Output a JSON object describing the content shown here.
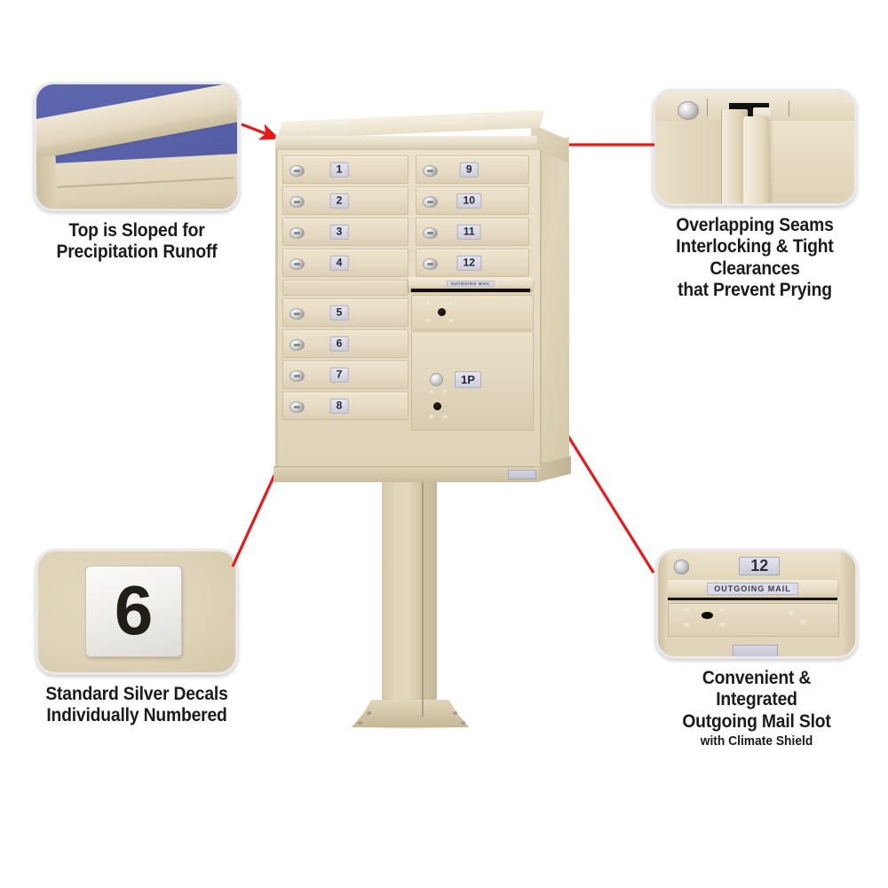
{
  "page": {
    "title": "Cluster Box Unit Mailbox Feature Callouts",
    "background_color": "#ffffff",
    "arrow_color": "#e8191b",
    "cabinet_color": "#e6dcc5",
    "accent_blue": "#5a62ab"
  },
  "callouts": [
    {
      "id": "top-sloped",
      "position": "top-left",
      "caption_line1": "Top is Sloped for",
      "caption_line2": "Precipitation Runoff",
      "subcaption": "",
      "photo": "sloped-cabinet-top-against-blue-sky",
      "photo_background_color": "#5a62ab"
    },
    {
      "id": "overlapping-seams",
      "position": "top-right",
      "caption_line1": "Overlapping Seams",
      "caption_line2": "Interlocking & Tight Clearances",
      "caption_line3": "that Prevent Prying",
      "subcaption": "",
      "photo": "interlocking-seam-closeup"
    },
    {
      "id": "silver-decals",
      "position": "bottom-left",
      "caption_line1": "Standard Silver Decals",
      "caption_line2": "Individually Numbered",
      "subcaption": "",
      "photo": "numbered-silver-decal",
      "decal_number": "6"
    },
    {
      "id": "outgoing-mail",
      "position": "bottom-right",
      "caption_line1": "Convenient & Integrated",
      "caption_line2": "Outgoing Mail Slot",
      "subcaption": "with Climate Shield",
      "photo": "outgoing-mail-slot-closeup",
      "door_number": "12",
      "slot_label": "OUTGOING MAIL"
    }
  ],
  "product": {
    "name": "Pedestal Cluster Box Unit",
    "finish": "Sandstone",
    "outgoing_slot_label": "OUTGOING MAIL",
    "doors_left_column": [
      "1",
      "2",
      "3",
      "4",
      "5",
      "6",
      "7",
      "8"
    ],
    "doors_right_column": [
      "9",
      "10",
      "11",
      "12"
    ],
    "parcel_locker_label": "1P"
  }
}
